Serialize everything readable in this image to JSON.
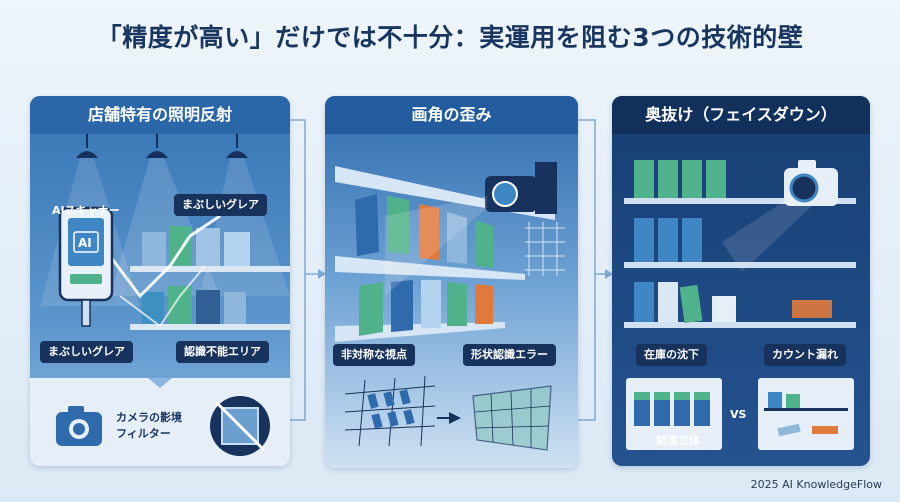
{
  "title": "「精度が高い」だけでは不十分：実運用を阻む3つの技術的壁",
  "panels": [
    {
      "heading": "店舗特有の照明反射",
      "labels": {
        "scanner": "AIスキャナー",
        "scanner_screen": "AI",
        "glare_top": "まぶしいグレア",
        "glare_bottom": "まぶしいグレア",
        "unreadable_area": "認識不能エリア",
        "filter_line1": "カメラの影境",
        "filter_line2": "フィルター"
      }
    },
    {
      "heading": "画角の歪み",
      "labels": {
        "asymmetric_view": "非対称な視点",
        "shape_error": "形状認識エラー"
      }
    },
    {
      "heading": "奥抜け（フェイスダウン）",
      "labels": {
        "stock_sink": "在庫の沈下",
        "count_miss": "カウント漏れ",
        "forward_stack": "前進立体",
        "vs": "VS"
      }
    }
  ],
  "footer": "2025 AI KnowledgeFlow",
  "colors": {
    "navy": "#17335d",
    "panel1": "#3574b4",
    "panel2": "#2d6aad",
    "panel3": "#173e72",
    "accent_green": "#4fb28a"
  }
}
